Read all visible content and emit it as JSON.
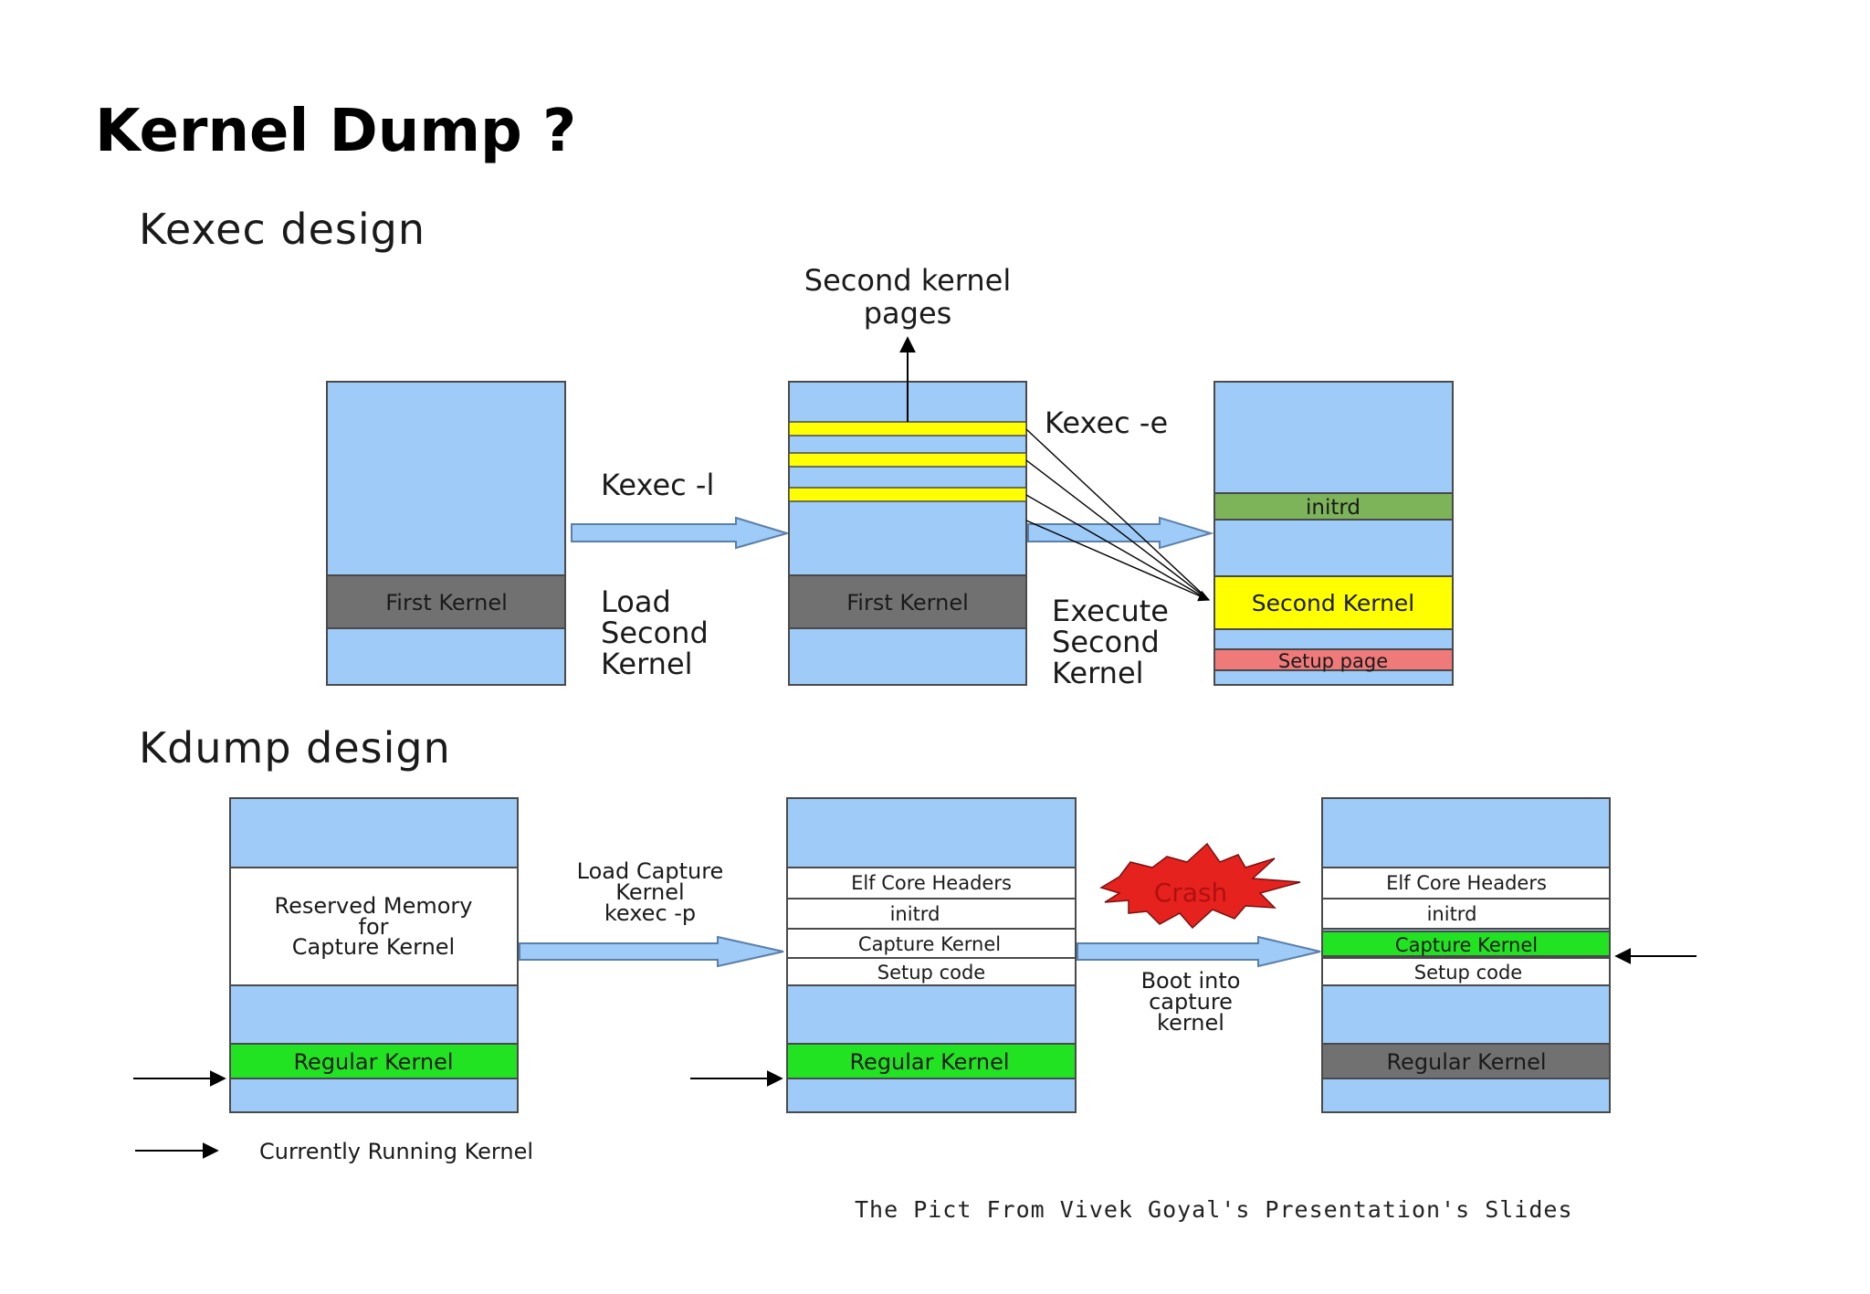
{
  "title": "Kernel Dump ?",
  "kexec": {
    "section_title": "Kexec design",
    "second_kernel_pages": [
      "Second kernel",
      "pages"
    ],
    "first_kernel_label": "First Kernel",
    "load_step": {
      "command": "Kexec -l",
      "caption": [
        "Load",
        "Second",
        "Kernel"
      ]
    },
    "execute_step": {
      "command": "Kexec -e",
      "caption": [
        "Execute",
        "Second",
        "Kernel"
      ]
    },
    "result": {
      "initrd": "initrd",
      "second_kernel": "Second Kernel",
      "setup_page": "Setup page"
    }
  },
  "kdump": {
    "section_title": "Kdump design",
    "reserved_memory": [
      "Reserved Memory",
      "for",
      "Capture Kernel"
    ],
    "regular_kernel": "Regular Kernel",
    "load_step": {
      "caption": [
        "Load Capture",
        "Kernel",
        "kexec -p"
      ]
    },
    "crash": "Crash",
    "boot_step": {
      "caption": [
        "Boot into",
        "capture",
        "kernel"
      ]
    },
    "segments": {
      "elf_core_headers": "Elf Core Headers",
      "initrd": "initrd",
      "capture_kernel": "Capture Kernel",
      "setup_code": "Setup code"
    },
    "legend": "Currently Running Kernel"
  },
  "credit": "The Pict From Vivek Goyal's Presentation's Slides",
  "colors": {
    "memory": "#9ecbf7",
    "first_kernel": "#717171",
    "yellow": "#ffff00",
    "initrd_green": "#7db359",
    "setup_page": "#f07a7a",
    "running_green": "#22e322",
    "crash_red": "#e6221e",
    "arrow_fill": "#9ecbf7",
    "arrow_stroke": "#5a7fa8"
  }
}
